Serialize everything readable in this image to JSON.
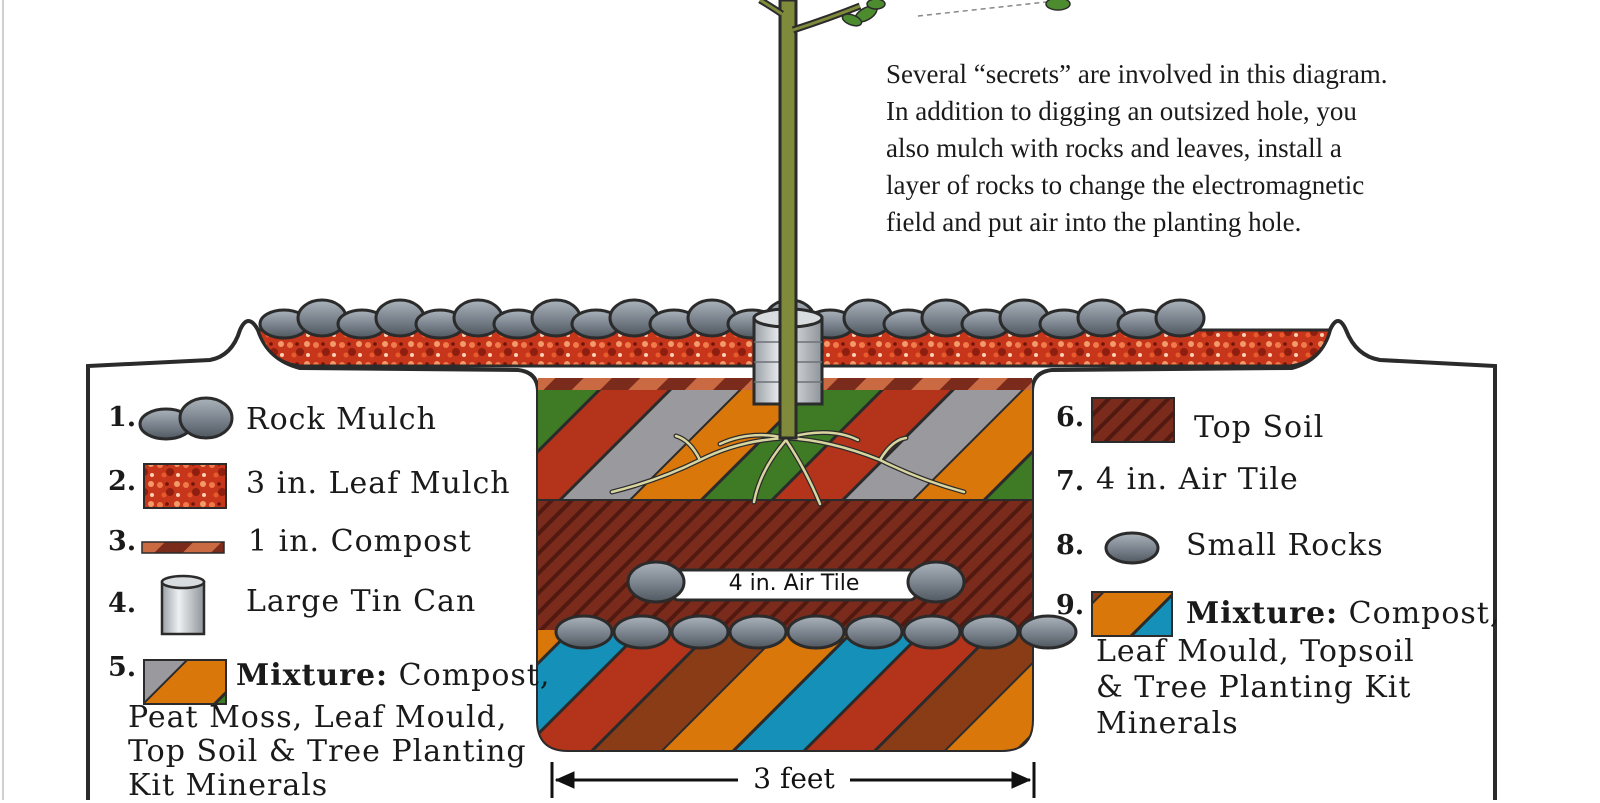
{
  "description": "Several “secrets” are involved in this diagram.\nIn addition to digging an outsized hole, you\nalso mulch with rocks and leaves, install a\nlayer of rocks to change the electromagnetic\nfield and put air into the planting hole.",
  "diagram": {
    "air_tile_label": "4 in. Air Tile",
    "width_label": "3 feet"
  },
  "legend_left": [
    {
      "number": "1.",
      "label": "Rock Mulch",
      "swatch": "rock-mulch-icon"
    },
    {
      "number": "2.",
      "label": "3 in. Leaf Mulch",
      "swatch": "leaf-mulch-icon"
    },
    {
      "number": "3.",
      "label": "1 in. Compost",
      "swatch": "compost-icon"
    },
    {
      "number": "4.",
      "label": "Large Tin Can",
      "swatch": "tin-can-icon"
    },
    {
      "number": "5.",
      "label_bold": "Mixture:",
      "label": " Compost,",
      "lines": [
        "Peat Moss, Leaf Mould,",
        "Top Soil & Tree Planting",
        "Kit Minerals"
      ],
      "swatch": "mixture-green-icon"
    }
  ],
  "legend_right": [
    {
      "number": "6.",
      "label": "Top Soil",
      "swatch": "top-soil-icon"
    },
    {
      "number": "7.",
      "label": "4 in. Air Tile"
    },
    {
      "number": "8.",
      "label": "Small Rocks",
      "swatch": "small-rock-icon"
    },
    {
      "number": "9.",
      "label_bold": "Mixture:",
      "label": " Compost,",
      "lines": [
        "Leaf Mould, Topsoil",
        "& Tree Planting Kit",
        "Minerals"
      ],
      "swatch": "mixture-blue-icon"
    }
  ],
  "colors": {
    "outline": "#2b2b2b",
    "rock": "#7d8690",
    "leaf_mulch": "#d2421c",
    "top_soil": "#7a2b1c",
    "orange": "#d9770b",
    "green": "#3f7a24",
    "gray": "#9a9a9e",
    "red": "#b3341a",
    "brown": "#8a3c16",
    "blue": "#1590b8",
    "trunk": "#7f8a3a",
    "can": "#c9ccd0"
  }
}
